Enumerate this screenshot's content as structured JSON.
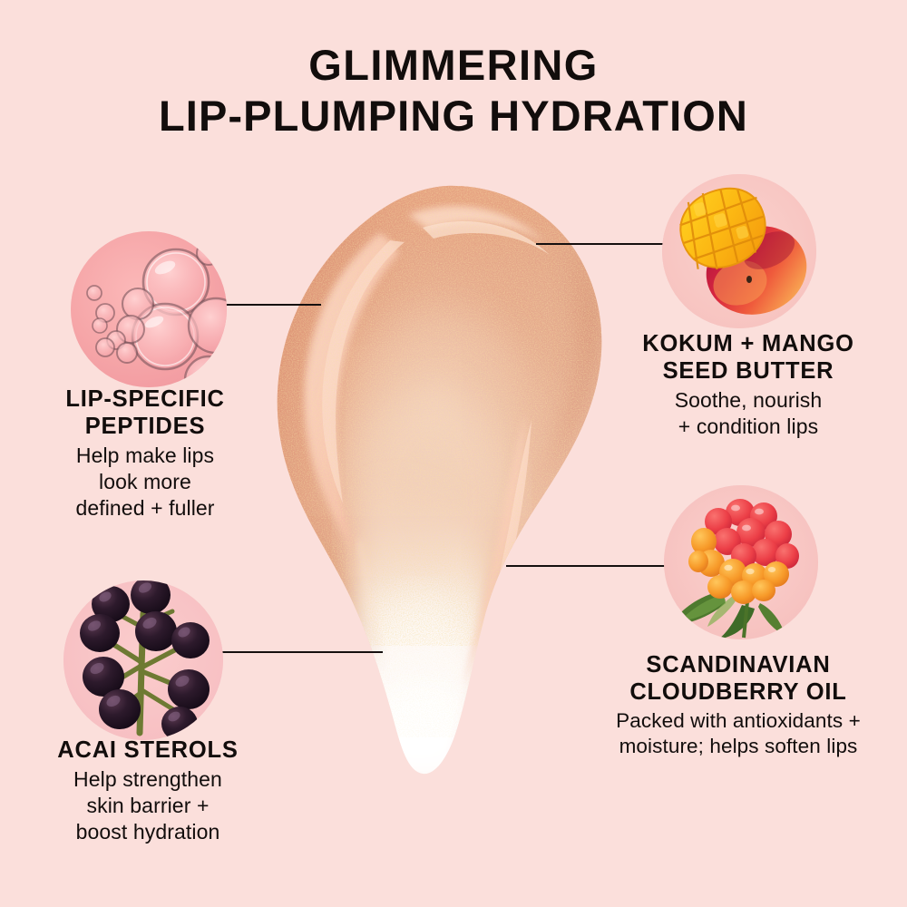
{
  "background_color": "#fbdfdb",
  "text_color": "#120d0c",
  "line_color": "#15100f",
  "header": {
    "title_line_1": "GLIMMERING",
    "title_line_2": "LIP-PLUMPING HYDRATION"
  },
  "product": {
    "swatch_name": "lip-gloss-swatch",
    "swatch_colors": {
      "body": "#d98a6a",
      "mid": "#e5a184",
      "highlight": "#f7c3b0",
      "pale": "#f6ded3",
      "tail": "#fdf5f1",
      "shimmer": "#e8b96a"
    }
  },
  "callouts": [
    {
      "id": "lip-specific-peptides",
      "icon": "bubbles-icon",
      "title": "LIP-SPECIFIC\nPEPTIDES",
      "body": "Help make lips\nlook more\ndefined + fuller"
    },
    {
      "id": "kokum-mango-seed-butter",
      "icon": "mango-icon",
      "title": "KOKUM + MANGO\nSEED BUTTER",
      "body": "Soothe, nourish\n+ condition lips"
    },
    {
      "id": "scandinavian-cloudberry-oil",
      "icon": "cloudberry-icon",
      "title": "SCANDINAVIAN\nCLOUDBERRY OIL",
      "body": "Packed with  antioxidants +\nmoisture; helps soften lips"
    },
    {
      "id": "acai-sterols",
      "icon": "acai-berries-icon",
      "title": "ACAI STEROLS",
      "body": "Help strengthen\nskin barrier +\nboost hydration"
    }
  ]
}
